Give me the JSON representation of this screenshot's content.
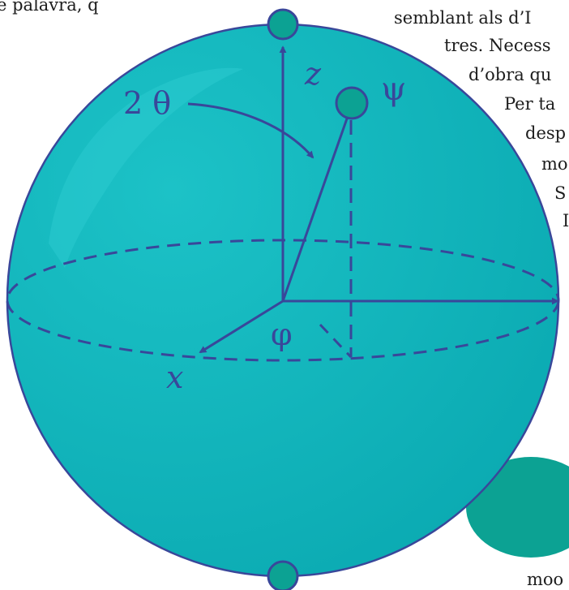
{
  "background_text": [
    "e palavra, q",
    "semblant als d’I",
    "tres. Necess",
    "d’obra qu",
    "Per ta",
    "desp",
    "mo",
    "S",
    "I",
    "moo"
  ],
  "labels": {
    "z_axis": "z",
    "x_axis": "x",
    "state": "ψ",
    "polar_angle": "2 θ",
    "azimuth": "φ"
  },
  "colors": {
    "sphere_fill": "#0fb3ba",
    "sphere_outline": "#39479a",
    "pole_fill": "#0ca293",
    "shadow": "#0ca293",
    "label_color": "#39479a"
  }
}
